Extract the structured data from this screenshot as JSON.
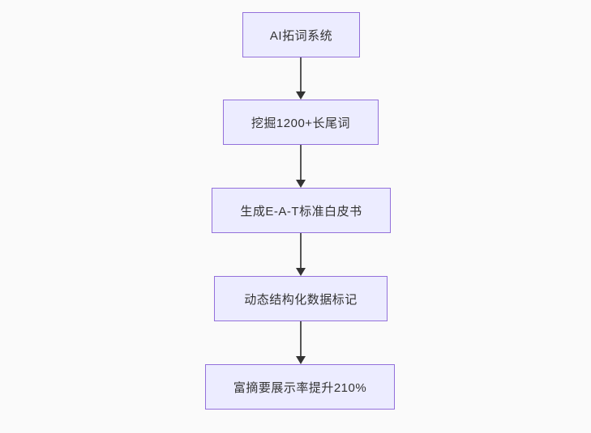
{
  "diagram": {
    "type": "flowchart",
    "direction": "top-down",
    "background_color": "#fafafa",
    "node_fill_color": "#ECECFF",
    "node_border_color": "#9370DB",
    "node_text_color": "#333333",
    "arrow_color": "#333333",
    "nodes": [
      {
        "id": "n1",
        "label": "AI拓词系统"
      },
      {
        "id": "n2",
        "label": "挖掘1200+长尾词"
      },
      {
        "id": "n3",
        "label": "生成E-A-T标准白皮书"
      },
      {
        "id": "n4",
        "label": "动态结构化数据标记"
      },
      {
        "id": "n5",
        "label": "富摘要展示率提升210%"
      }
    ],
    "edges": [
      {
        "from": "n1",
        "to": "n2"
      },
      {
        "from": "n2",
        "to": "n3"
      },
      {
        "from": "n3",
        "to": "n4"
      },
      {
        "from": "n4",
        "to": "n5"
      }
    ]
  }
}
